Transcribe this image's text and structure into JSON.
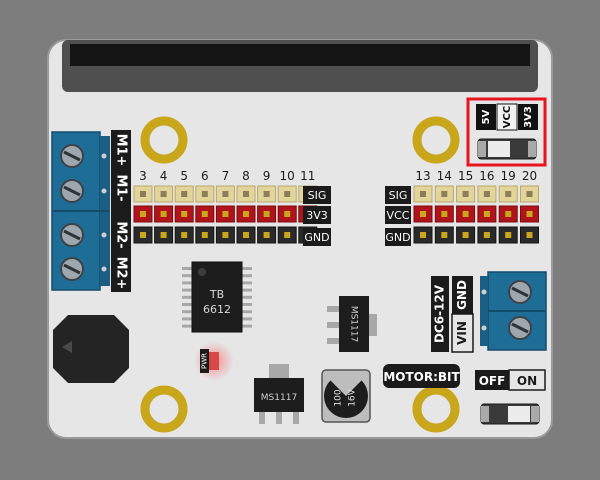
{
  "colors": {
    "background": "#7d7d7d",
    "board": "#e6e6e6",
    "highlight": "#e8141e",
    "terminal_blue": "#1e6d96",
    "mount_hole": "#c9a61a",
    "sig_pin": "#e8d8a0",
    "vcc_pin": "#b0141a",
    "gnd_pin": "#2a2a2a"
  },
  "motor_terminal": {
    "labels": [
      "M1+",
      "M1-",
      "M2-",
      "M2+"
    ]
  },
  "servo_left": {
    "numbers": [
      "3",
      "4",
      "5",
      "6",
      "7",
      "8",
      "9",
      "10",
      "11"
    ],
    "sig_label": "SIG",
    "vcc_label": "3V3",
    "gnd_label": "GND"
  },
  "servo_right": {
    "numbers": [
      "13",
      "14",
      "15",
      "16",
      "19",
      "20"
    ],
    "sig_label": "SIG",
    "vcc_label": "VCC",
    "gnd_label": "GND"
  },
  "power_select": {
    "labels": [
      "5V",
      "VCC",
      "3V3"
    ],
    "active": "VCC"
  },
  "driver_chip": {
    "lines": [
      "TB",
      "6612"
    ]
  },
  "regulator_top": {
    "label": "MS1117"
  },
  "regulator_bottom": {
    "label": "MS1117"
  },
  "capacitor": {
    "lines": [
      "100",
      "16V"
    ]
  },
  "power_led": {
    "label": "PWR"
  },
  "dc_input": {
    "range_label": "DC6-12V",
    "vin_label": "VIN",
    "gnd_label": "GND"
  },
  "brand": {
    "label": "MOTOR:BIT"
  },
  "power_switch": {
    "off_label": "OFF",
    "on_label": "ON"
  }
}
